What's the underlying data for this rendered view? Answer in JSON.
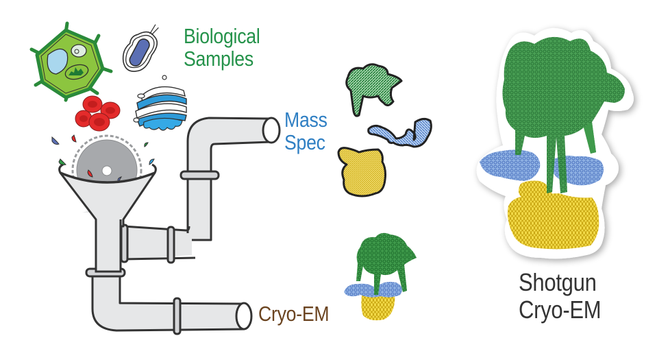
{
  "labels": {
    "biological_samples": {
      "line1": "Biological",
      "line2": "Samples"
    },
    "mass_spec": {
      "line1": "Mass",
      "line2": "Spec"
    },
    "cryo_em": {
      "text": "Cryo-EM"
    },
    "shotgun_cryo_em": {
      "line1": "Shotgun",
      "line2": "Cryo-EM"
    }
  },
  "colors": {
    "biological_green": "#24924a",
    "mass_spec_blue": "#2f7fc3",
    "cryo_brown": "#6b4420",
    "shotgun_dark": "#333333",
    "pipe_fill": "#e6e7e8",
    "pipe_stroke": "#333333",
    "protein_green": "#2e8b3e",
    "protein_blue": "#7ea4dc",
    "protein_yellow": "#f2d43a"
  },
  "icons": {
    "plant_cell": "plant-cell-icon",
    "bacterium": "bacterium-icon",
    "red_blood_cells": "red-blood-cells-icon",
    "golgi": "golgi-apparatus-icon",
    "saw_blade": "saw-blade-icon",
    "funnel": "funnel-icon",
    "pipes": "pipe-network-icon",
    "protein_complex": "protein-complex-icon"
  }
}
